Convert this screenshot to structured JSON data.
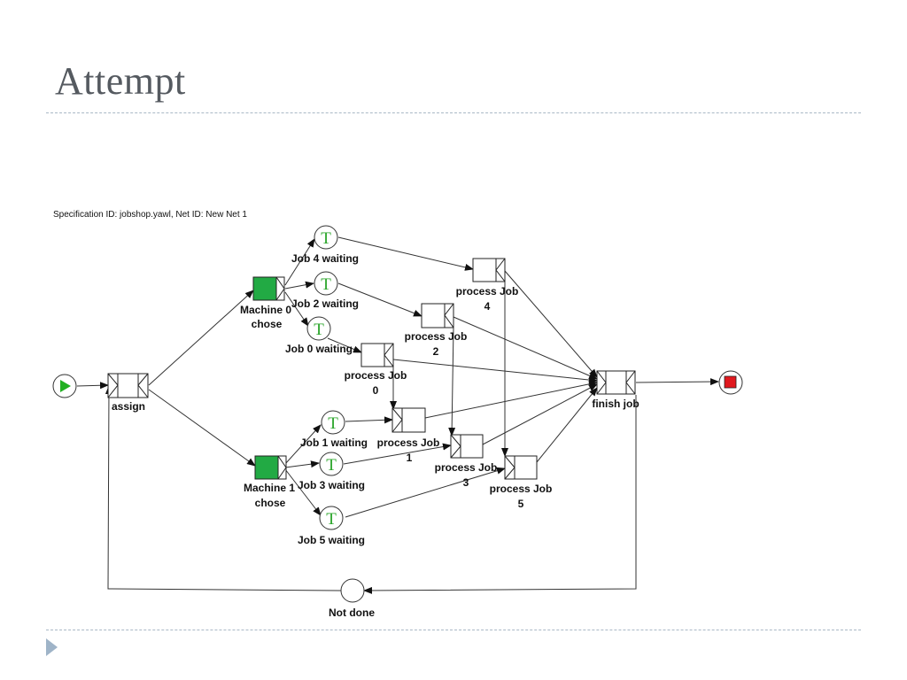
{
  "slide": {
    "title": "Attempt"
  },
  "spec_caption": "Specification ID: jobshop.yawl, Net ID:  New Net 1",
  "colors": {
    "accent": "#9fb4c8",
    "title": "#555a60",
    "start": "#22b022",
    "end": "#e0181e",
    "machine": "#22aa44",
    "token_letter": "#2aa52a"
  },
  "diagram": {
    "start_icon": "play-icon",
    "end_icon": "stop-icon",
    "tasks": {
      "assign": "assign",
      "machine0": [
        "Machine 0",
        "chose"
      ],
      "machine1": [
        "Machine 1",
        "chose"
      ],
      "process_job_4": [
        "process Job",
        "4"
      ],
      "process_job_2": [
        "process Job",
        "2"
      ],
      "process_job_0": [
        "process Job",
        "0"
      ],
      "process_job_1": [
        "process Job",
        "1"
      ],
      "process_job_3": [
        "process Job",
        "3"
      ],
      "process_job_5": [
        "process Job",
        "5"
      ],
      "finish_job": "finish job"
    },
    "conditions": {
      "job4_waiting": "Job 4 waiting",
      "job2_waiting": "Job 2 waiting",
      "job0_waiting": "Job 0 waiting",
      "job1_waiting": "Job 1 waiting",
      "job3_waiting": "Job 3 waiting",
      "job5_waiting": "Job 5 waiting",
      "not_done": "Not done"
    },
    "timer_letter": "T"
  }
}
